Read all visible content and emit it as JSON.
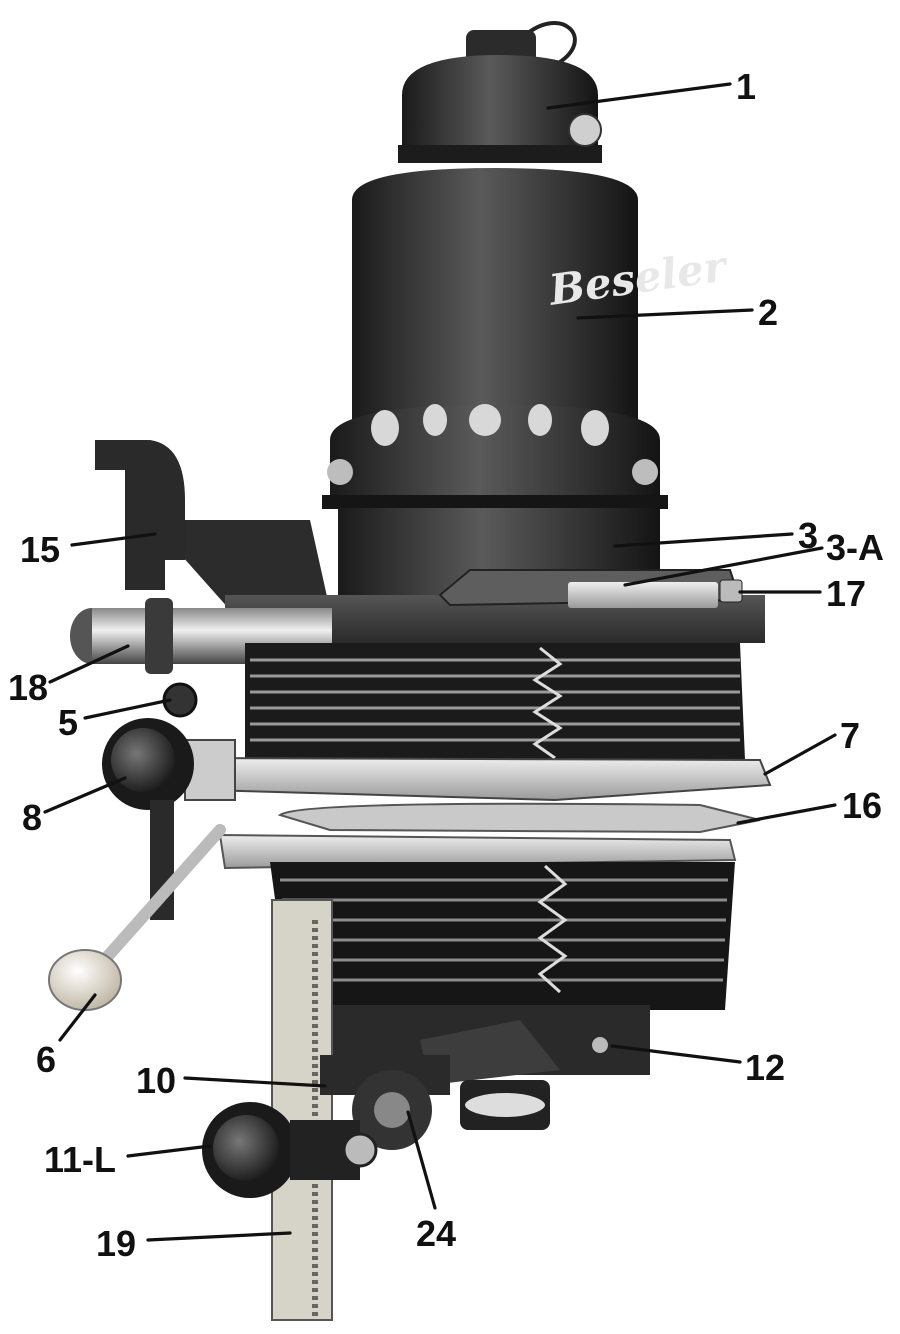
{
  "logo_text": "Beseler",
  "callouts": [
    {
      "id": "1",
      "text": "1"
    },
    {
      "id": "2",
      "text": "2"
    },
    {
      "id": "3",
      "text": "3"
    },
    {
      "id": "3a",
      "text": "3-A"
    },
    {
      "id": "17",
      "text": "17"
    },
    {
      "id": "15",
      "text": "15"
    },
    {
      "id": "18",
      "text": "18"
    },
    {
      "id": "5",
      "text": "5"
    },
    {
      "id": "7",
      "text": "7"
    },
    {
      "id": "8",
      "text": "8"
    },
    {
      "id": "16",
      "text": "16"
    },
    {
      "id": "6",
      "text": "6"
    },
    {
      "id": "10",
      "text": "10"
    },
    {
      "id": "12",
      "text": "12"
    },
    {
      "id": "11l",
      "text": "11-L"
    },
    {
      "id": "24",
      "text": "24"
    },
    {
      "id": "19",
      "text": "19"
    }
  ]
}
